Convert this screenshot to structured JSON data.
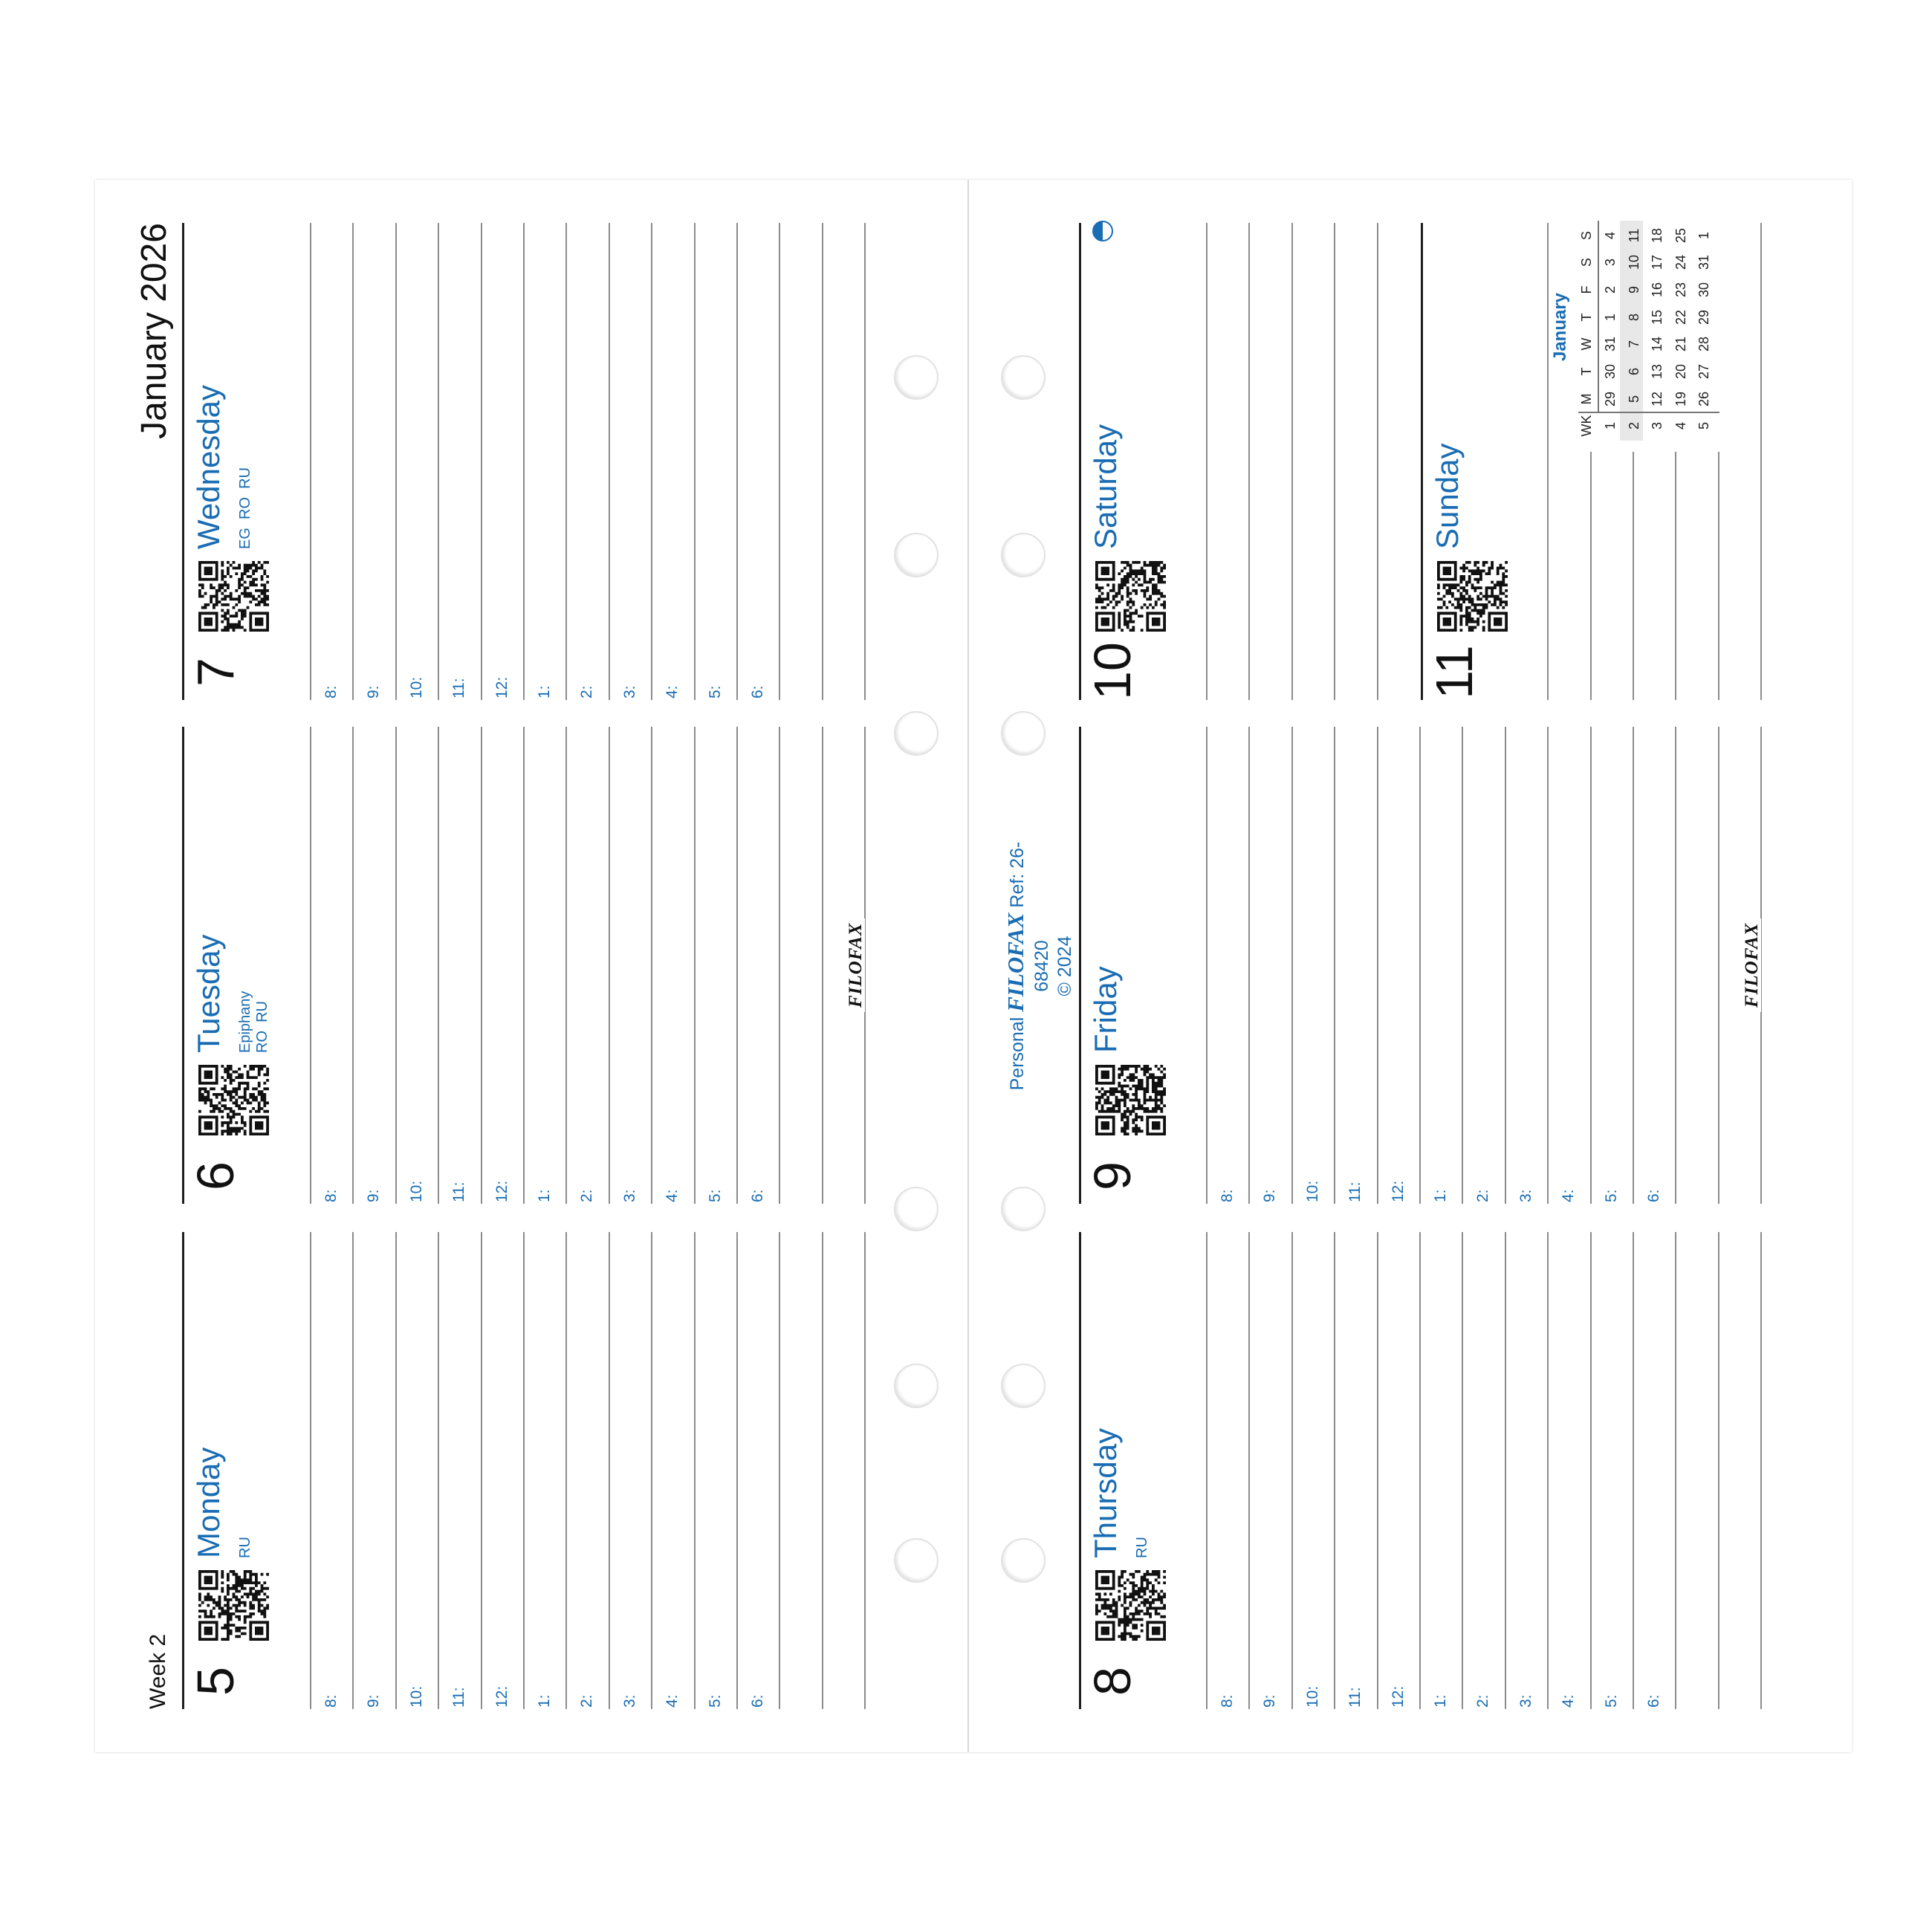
{
  "header": {
    "title": "January 2026",
    "week": "Week 2"
  },
  "hours": [
    "8:",
    "9:",
    "10:",
    "11:",
    "12:",
    "1:",
    "2:",
    "3:",
    "4:",
    "5:",
    "6:"
  ],
  "days": [
    {
      "number": "5",
      "name": "Monday",
      "notes": [
        "RU"
      ]
    },
    {
      "number": "6",
      "name": "Tuesday",
      "notes": [
        "Epiphany",
        "RO  RU"
      ]
    },
    {
      "number": "7",
      "name": "Wednesday",
      "notes": [
        "EG  RO  RU"
      ]
    },
    {
      "number": "8",
      "name": "Thursday",
      "notes": [
        "RU"
      ]
    },
    {
      "number": "9",
      "name": "Friday",
      "notes": []
    },
    {
      "number": "10",
      "name": "Saturday",
      "notes": []
    },
    {
      "number": "11",
      "name": "Sunday",
      "notes": []
    }
  ],
  "moon_phase": "first-quarter-icon",
  "logo": "FILOFAX",
  "footer": {
    "edition": "Personal",
    "brand": "FILOFAX",
    "ref": "Ref: 26-68420",
    "copyright": "© 2024"
  },
  "mini_calendar": {
    "title": "January",
    "headers": [
      "WK",
      "M",
      "T",
      "W",
      "T",
      "F",
      "S",
      "S"
    ],
    "rows": [
      [
        "1",
        "29",
        "30",
        "31",
        "1",
        "2",
        "3",
        "4"
      ],
      [
        "2",
        "5",
        "6",
        "7",
        "8",
        "9",
        "10",
        "11"
      ],
      [
        "3",
        "12",
        "13",
        "14",
        "15",
        "16",
        "17",
        "18"
      ],
      [
        "4",
        "19",
        "20",
        "21",
        "22",
        "23",
        "24",
        "25"
      ],
      [
        "5",
        "26",
        "27",
        "28",
        "29",
        "30",
        "31",
        "1"
      ]
    ],
    "highlighted_week": "2"
  },
  "colors": {
    "accent": "#1a6db3",
    "text": "#111111",
    "highlight": "#e8e8e8"
  }
}
